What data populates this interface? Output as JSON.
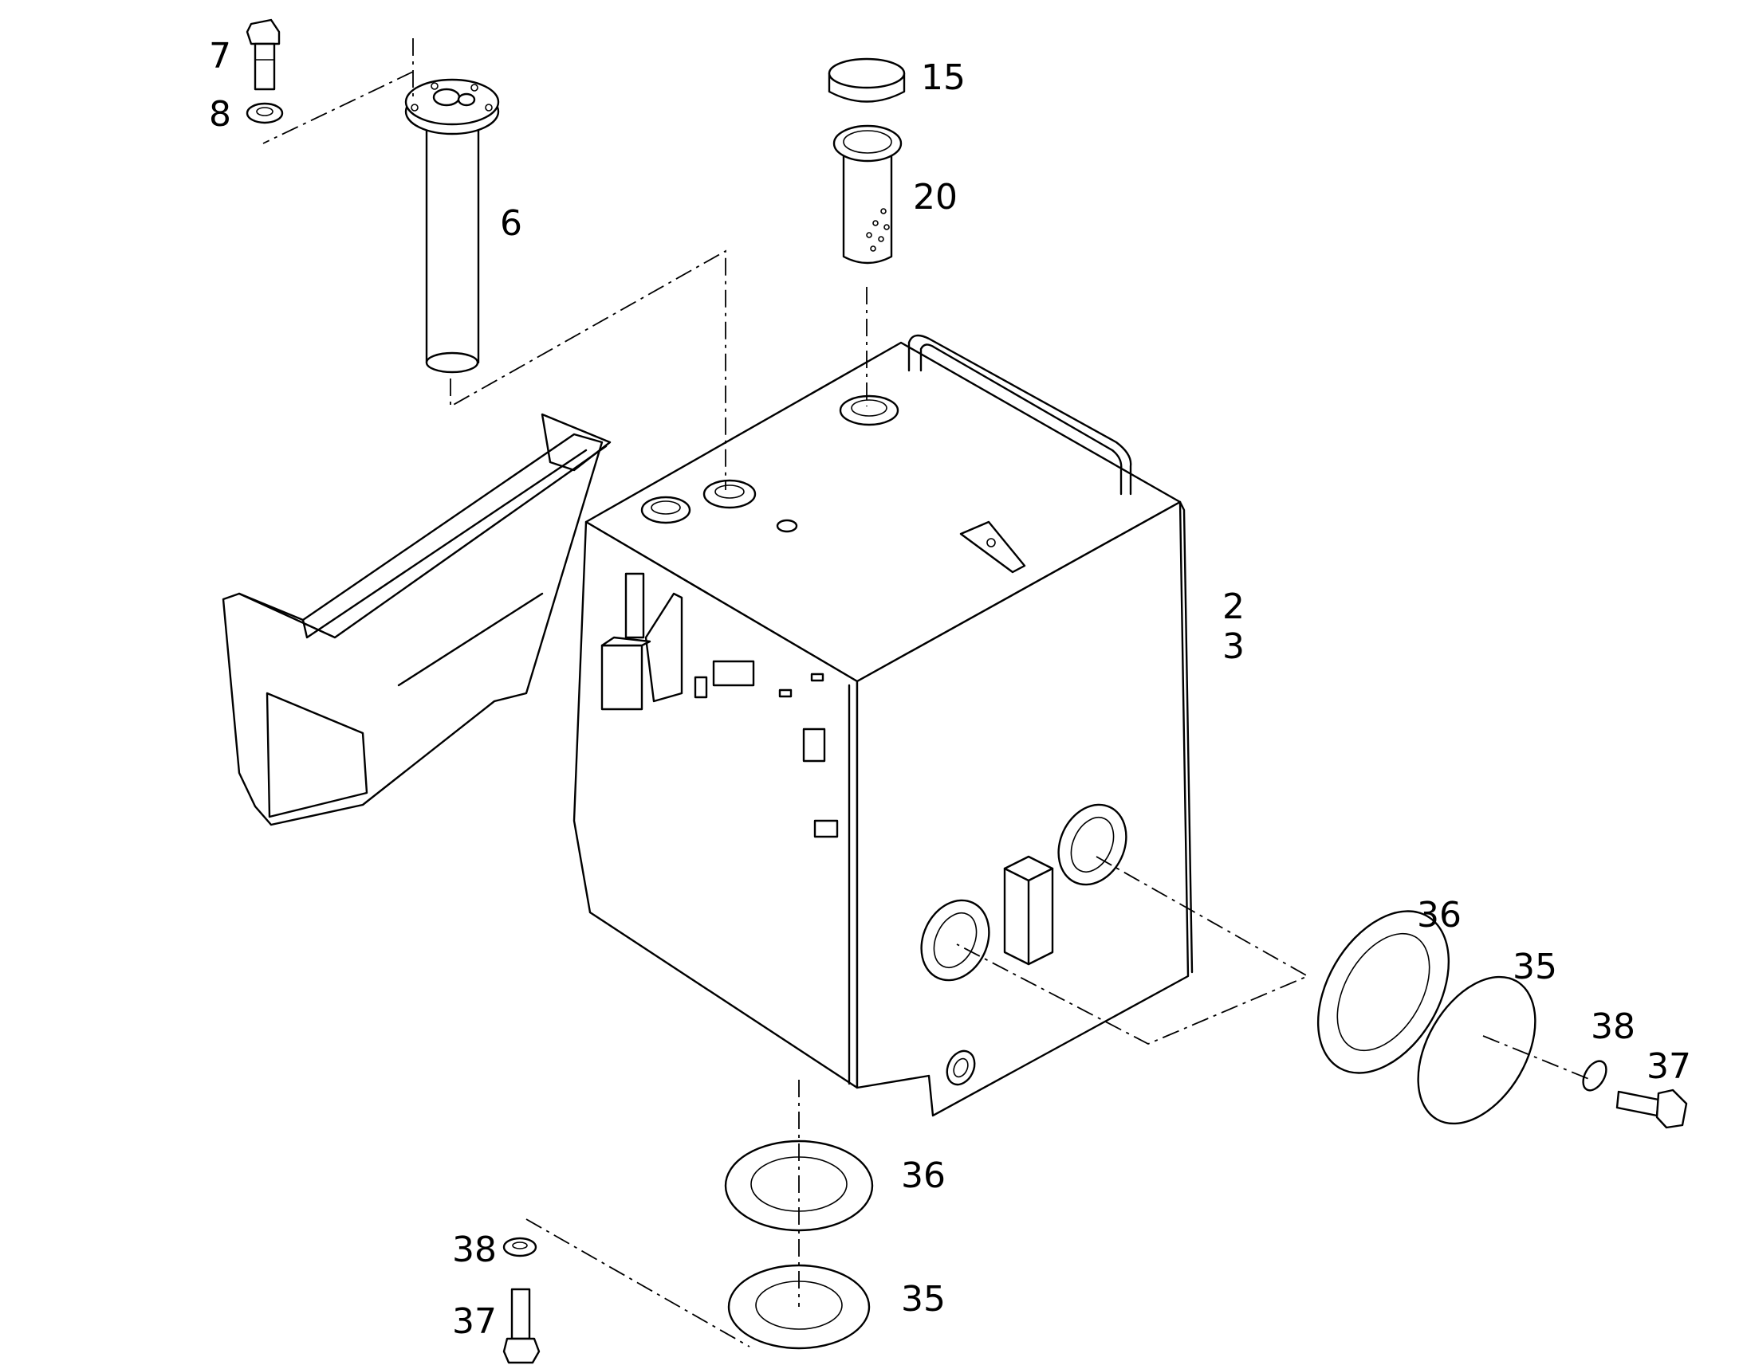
{
  "callouts": {
    "bolt_top": "7",
    "washer_top": "8",
    "sender_unit": "6",
    "filler_cap": "15",
    "strainer": "20",
    "tank_a": "2",
    "tank_b": "3",
    "gasket_side": "36",
    "cover_side": "35",
    "washer_side": "38",
    "bolt_side": "37",
    "gasket_bottom": "36",
    "cover_bottom": "35",
    "washer_bottom": "38",
    "bolt_bottom": "37"
  }
}
